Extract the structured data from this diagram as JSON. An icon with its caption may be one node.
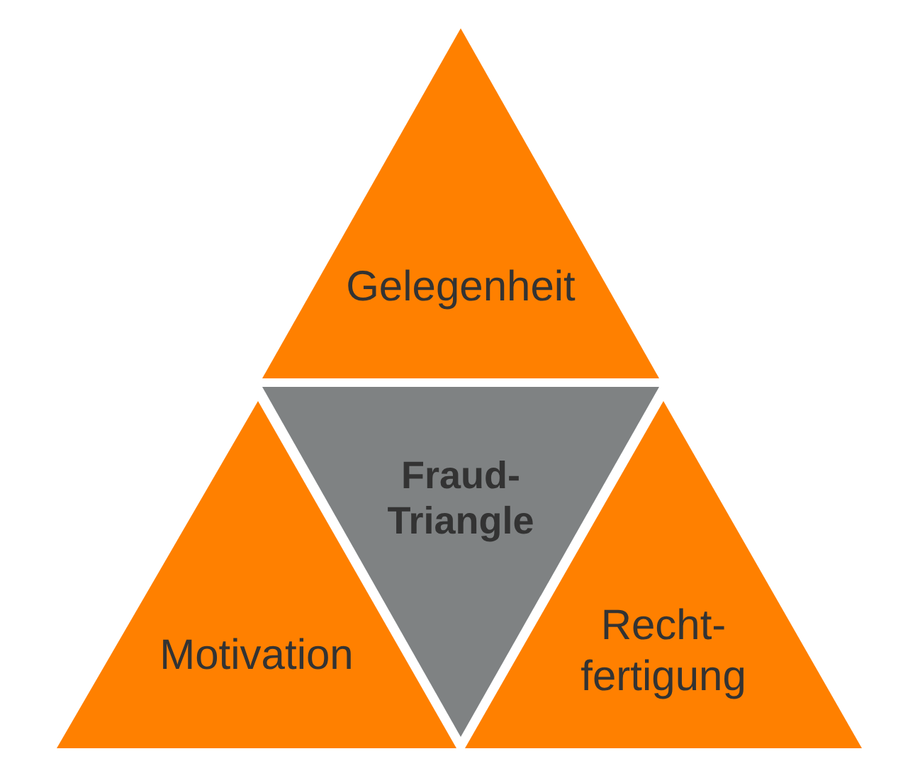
{
  "diagram": {
    "nodes": [
      {
        "text": [
          "Gelegenheit"
        ]
      },
      {
        "text": [
          "Fraud- Triangle"
        ]
      },
      {
        "text": [
          "Motivation"
        ]
      },
      {
        "text": [
          "Recht- fertigung"
        ]
      }
    ]
  }
}
